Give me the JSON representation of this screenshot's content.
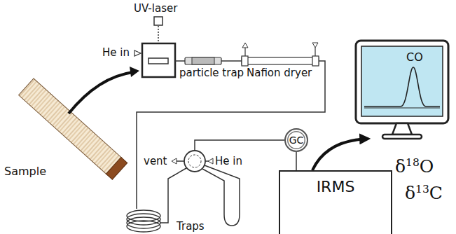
{
  "diagram": {
    "nodes": [
      {
        "text": [
          "GC"
        ]
      },
      {
        "text": [
          "IRMS"
        ]
      },
      {
        "text": [
          "CO"
        ]
      }
    ],
    "edges": [
      {
        "from": 0,
        "to": 1,
        "arrow": "none"
      },
      {
        "from": 1,
        "to": 2,
        "arrow": "to"
      }
    ],
    "labels": [
      "UV-laser",
      "He in",
      "particle trap",
      "Nafion dryer",
      "Sample",
      "vent",
      "He in",
      "Traps",
      "δ18O",
      "δ13C"
    ]
  }
}
